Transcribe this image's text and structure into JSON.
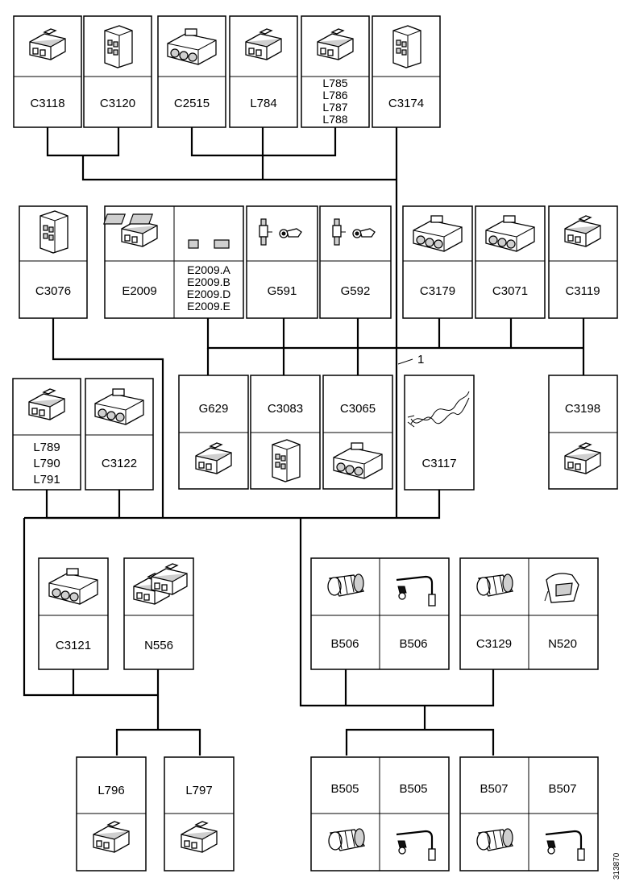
{
  "connectors": {
    "c3118": "C3118",
    "c3120": "C3120",
    "c2515": "C2515",
    "l784": "L784",
    "l785": "L785",
    "l786": "L786",
    "l787": "L787",
    "l788": "L788",
    "c3174": "C3174",
    "c3076": "C3076",
    "e2009": "E2009",
    "e2009a": "E2009.A",
    "e2009b": "E2009.B",
    "e2009d": "E2009.D",
    "e2009e": "E2009.E",
    "g591": "G591",
    "g592": "G592",
    "c3179": "C3179",
    "c3071": "C3071",
    "c3119": "C3119",
    "l789": "L789",
    "l790": "L790",
    "l791": "L791",
    "c3122": "C3122",
    "g629": "G629",
    "c3083": "C3083",
    "c3065": "C3065",
    "c3117": "C3117",
    "c3198": "C3198",
    "c3121": "C3121",
    "n556": "N556",
    "b506_1": "B506",
    "b506_2": "B506",
    "c3129": "C3129",
    "n520": "N520",
    "l796": "L796",
    "l797": "L797",
    "b505_1": "B505",
    "b505_2": "B505",
    "b507_1": "B507",
    "b507_2": "B507"
  },
  "callout": "1",
  "figure_number": "313870"
}
